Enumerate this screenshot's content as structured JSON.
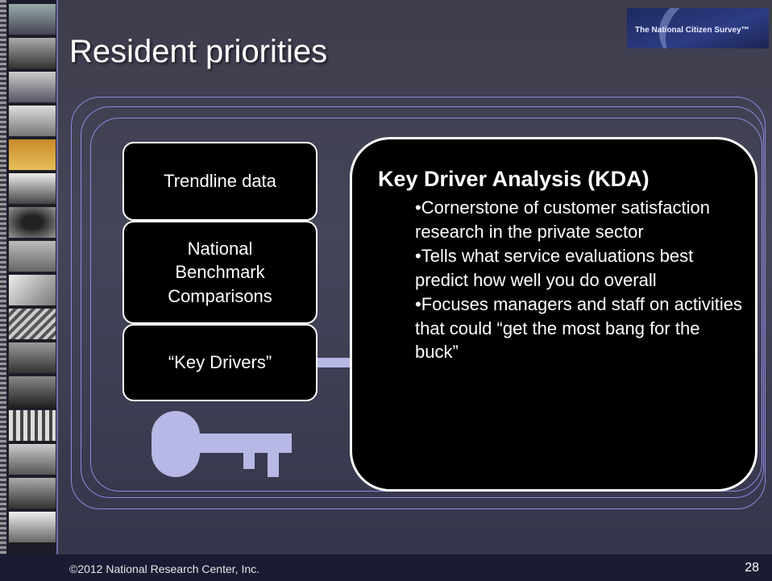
{
  "slide": {
    "title": "Resident priorities",
    "logo_text": "The National Citizen Survey™",
    "left_boxes": [
      {
        "label": "Trendline data"
      },
      {
        "label": "National Benchmark Comparisons"
      },
      {
        "label": "“Key Drivers”"
      }
    ],
    "kda": {
      "title": "Key Driver Analysis (KDA)",
      "bullets": [
        "•Cornerstone of customer satisfaction research in the private sector",
        "•Tells what service evaluations best predict how well you do overall",
        "•Focuses managers and staff on activities that could “get the most bang for the buck”"
      ]
    },
    "footer": {
      "copyright": "©2012 National Research Center, Inc.",
      "page_number": "28"
    }
  },
  "icons": {
    "key": "key-icon"
  },
  "colors": {
    "background": "#3d3d4c",
    "box_fill": "#000000",
    "frame_stroke": "#8a8ae0",
    "key_fill": "#b8b8e6",
    "footer_bar": "#1b1b34"
  }
}
